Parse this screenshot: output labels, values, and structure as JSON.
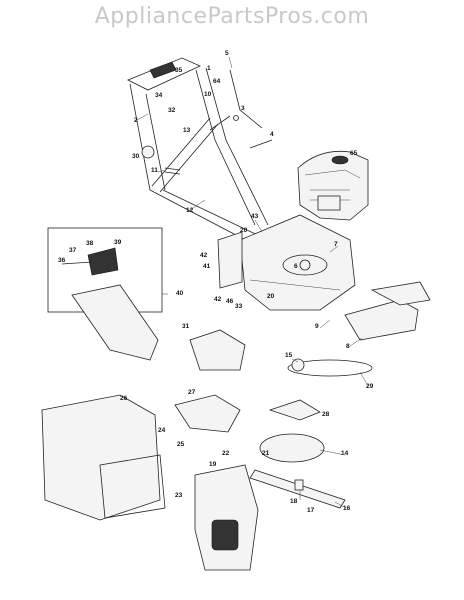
{
  "watermark": "AppliancePartsPros.com",
  "callouts": {
    "c1": "1",
    "c2": "2",
    "c3": "3",
    "c4": "4",
    "c5": "5",
    "c6": "6",
    "c7": "7",
    "c8": "8",
    "c9": "9",
    "c10": "10",
    "c11": "11",
    "c12": "12",
    "c13": "13",
    "c14": "14",
    "c15": "15",
    "c16": "16",
    "c17": "17",
    "c18": "18",
    "c19": "19",
    "c20a": "20",
    "c20b": "20",
    "c21": "21",
    "c22": "22",
    "c23": "23",
    "c24": "24",
    "c25": "25",
    "c26": "26",
    "c27": "27",
    "c28": "28",
    "c29": "29",
    "c30": "30",
    "c31": "31",
    "c32": "32",
    "c33": "33",
    "c34": "34",
    "c35": "35",
    "c36": "36",
    "c37": "37",
    "c38": "38",
    "c39": "39",
    "c40": "40",
    "c41": "41",
    "c42a": "42",
    "c42b": "42",
    "c43": "43",
    "c46": "46",
    "c64": "64",
    "c65": "65"
  }
}
